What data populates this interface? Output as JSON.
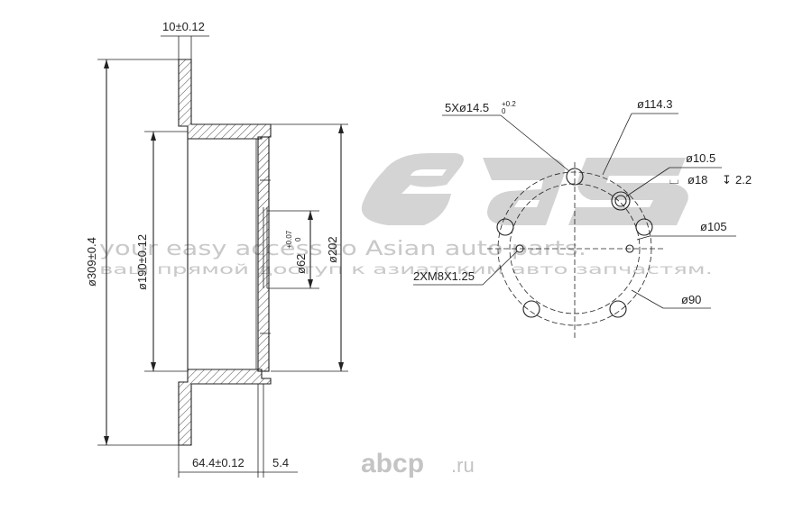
{
  "colors": {
    "ink": "#222222",
    "watermark": "#c9c9c9",
    "hatch": "#444444"
  },
  "watermark": {
    "logo_text": "eas",
    "tagline_en": "your easy access to Asian auto parts.",
    "tagline_ru": "ваш прямой доступ к азиатским авто запчастям."
  },
  "brand": {
    "name": "abcp",
    "domain": ".ru"
  },
  "section_view": {
    "thickness_top": "10±0.12",
    "diameter_outer": "ø309±0.4",
    "diameter_inner_ring": "ø190±0.12",
    "diameter_hub": "ø202",
    "bore_main": "ø62",
    "bore_tol_upper": "+0.07",
    "bore_tol_lower": "0",
    "height_total": "64.4±0.12",
    "hub_offset": "5.4"
  },
  "front_view": {
    "bolt_holes": "5Xø14.5",
    "bolt_holes_tol_upper": "+0.2",
    "bolt_holes_tol_lower": "0",
    "bolt_circle": "ø114.3",
    "counterbore_diameter": "ø10.5",
    "counterbore_symbol": "⌴",
    "counterbore_spot": "ø18",
    "depth_symbol": "↧",
    "counterbore_depth": "2.2",
    "inner_circle": "ø105",
    "thread_holes": "2XM8X1.25",
    "center_circle": "ø90"
  }
}
